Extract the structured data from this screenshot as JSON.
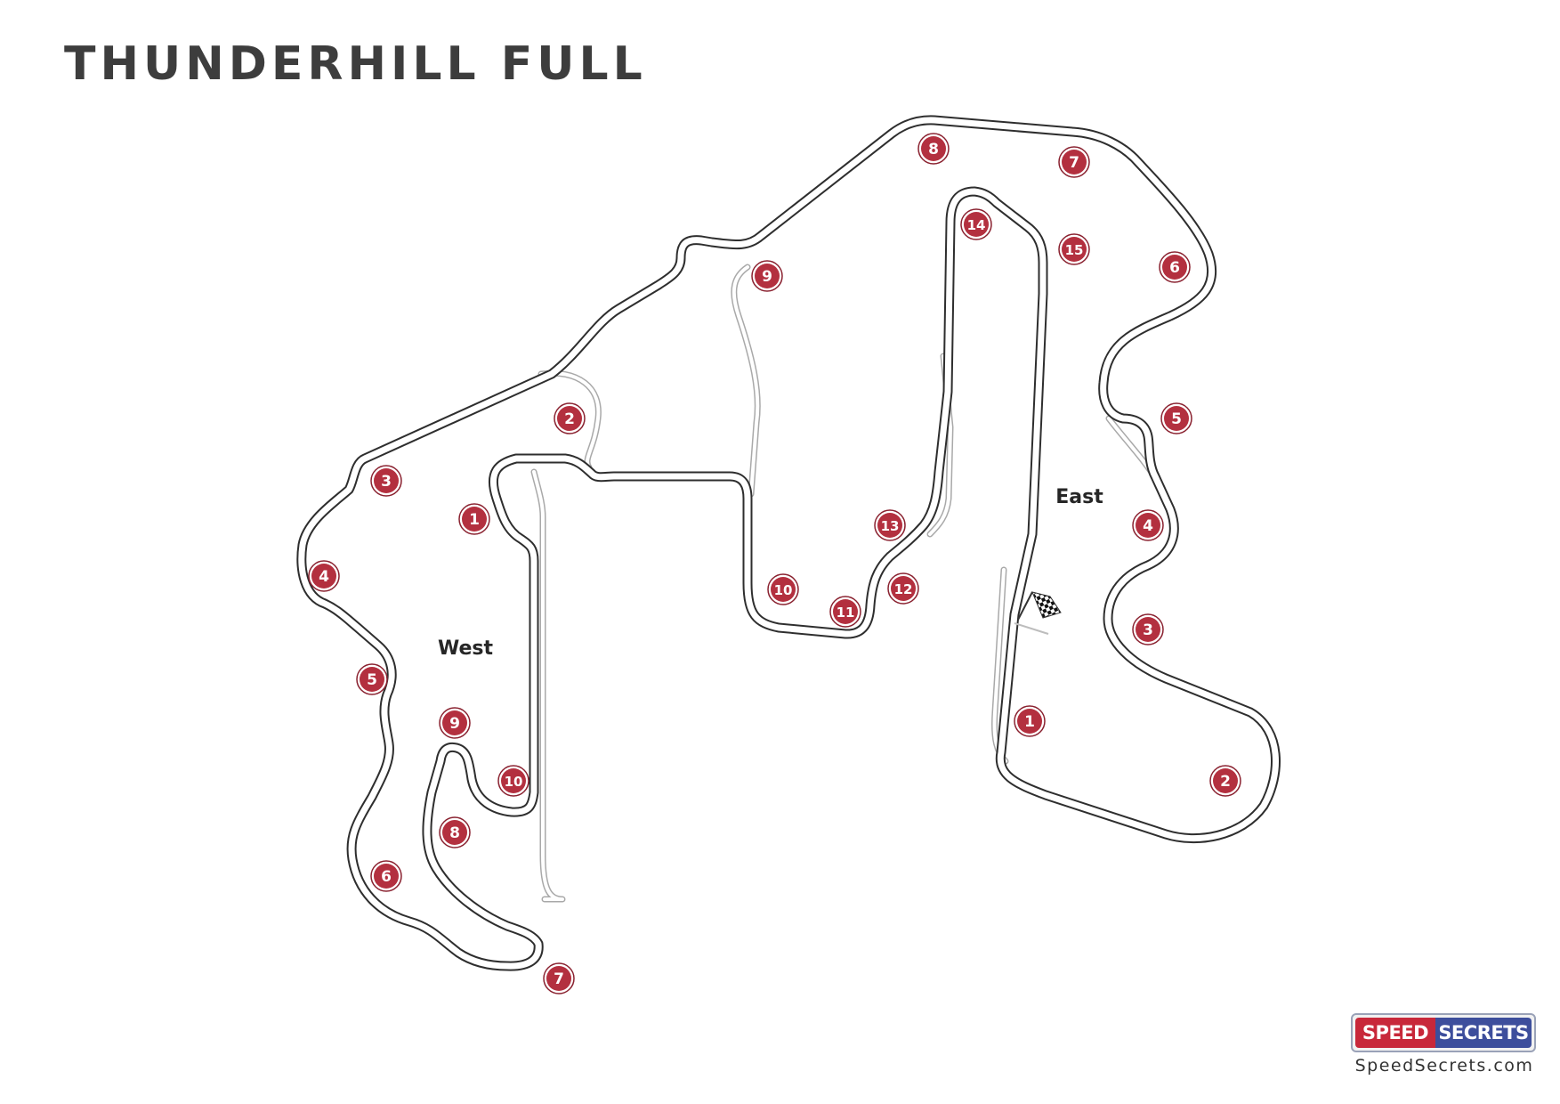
{
  "title": "THUNDERHILL FULL",
  "areas": {
    "west": "West",
    "east": "East"
  },
  "colors": {
    "turn_marker": "#b3303f",
    "track_edge": "#2e2e2e",
    "alternate_route": "#a9a9a9",
    "title": "#3d3d3d",
    "logo_speed": "#c8283a",
    "logo_secrets": "#3d4e9c"
  },
  "icons": {
    "start_finish": "checkered-flag-icon"
  },
  "turns": {
    "west": [
      "1",
      "2",
      "3",
      "4",
      "5",
      "6",
      "7",
      "8",
      "9",
      "10"
    ],
    "east": [
      "1",
      "2",
      "3",
      "4",
      "5",
      "6",
      "7",
      "8",
      "9",
      "10",
      "11",
      "12",
      "13",
      "14",
      "15"
    ]
  },
  "logo": {
    "speed": "SPEED",
    "secrets": "SECRETS",
    "site": "SpeedSecrets.com"
  }
}
